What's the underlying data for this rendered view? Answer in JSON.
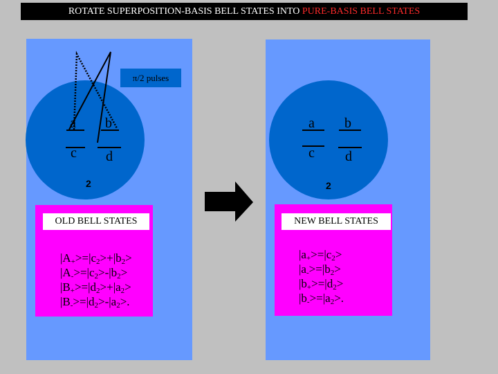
{
  "title": {
    "part1": "ROTATE  SUPERPOSITION-BASIS  BELL STATES INTO ",
    "part2": "PURE-BASIS BELL STATES",
    "highlight_color": "#ff2a2a"
  },
  "left": {
    "pulse_label": "π/2 pulses",
    "levels": {
      "a": "a",
      "b": "b",
      "c": "c",
      "d": "d"
    },
    "count": "2",
    "header": "OLD BELL STATES",
    "equations": [
      [
        {
          "t": "|A"
        },
        {
          "s": "+"
        },
        {
          "t": ">=|c"
        },
        {
          "s": "2"
        },
        {
          "t": ">+|b"
        },
        {
          "s": "2"
        },
        {
          "t": ">"
        }
      ],
      [
        {
          "t": "|A"
        },
        {
          "s": "-"
        },
        {
          "t": ">=|c"
        },
        {
          "s": "2"
        },
        {
          "t": ">-|b"
        },
        {
          "s": "2"
        },
        {
          "t": ">"
        }
      ],
      [
        {
          "t": "|B"
        },
        {
          "s": "+"
        },
        {
          "t": ">=|d"
        },
        {
          "s": "2"
        },
        {
          "t": ">+|a"
        },
        {
          "s": "2"
        },
        {
          "t": ">"
        }
      ],
      [
        {
          "t": "|B"
        },
        {
          "s": "-"
        },
        {
          "t": ">=|d"
        },
        {
          "s": "2"
        },
        {
          "t": ">-|a"
        },
        {
          "s": "2"
        },
        {
          "t": ">."
        }
      ]
    ]
  },
  "right": {
    "levels": {
      "a": "a",
      "b": "b",
      "c": "c",
      "d": "d"
    },
    "count": "2",
    "header": "NEW BELL STATES",
    "equations": [
      [
        {
          "t": "|a"
        },
        {
          "s": "+"
        },
        {
          "t": ">=|c"
        },
        {
          "s": "2"
        },
        {
          "t": ">"
        }
      ],
      [
        {
          "t": "|a"
        },
        {
          "s": "-"
        },
        {
          "t": ">=|b"
        },
        {
          "s": "2"
        },
        {
          "t": ">"
        }
      ],
      [
        {
          "t": "|b"
        },
        {
          "s": "+"
        },
        {
          "t": ">=|d"
        },
        {
          "s": "2"
        },
        {
          "t": ">"
        }
      ],
      [
        {
          "t": "|b"
        },
        {
          "s": "-"
        },
        {
          "t": ">=|a"
        },
        {
          "s": "2"
        },
        {
          "t": ">."
        }
      ]
    ]
  },
  "colors": {
    "background": "#c0c0c0",
    "panel": "#6699ff",
    "atom": "#0066cc",
    "states_box": "#ff00ff"
  },
  "icons": {
    "arrow": "right-arrow-icon"
  }
}
